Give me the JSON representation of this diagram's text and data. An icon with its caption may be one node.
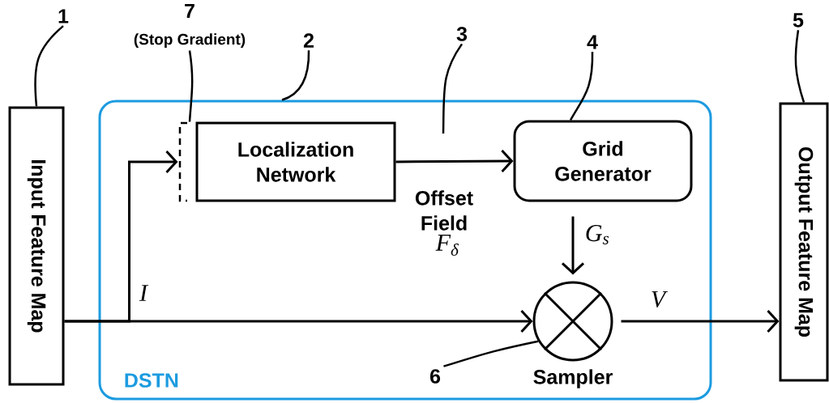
{
  "diagram": {
    "nodes": [
      {
        "text": [
          "Input Feature Map"
        ]
      },
      {
        "text": [
          "DSTN"
        ]
      },
      {
        "text": [
          "Localization Network"
        ],
        "in": 1
      },
      {
        "text": [],
        "shape": "bar",
        "in": 1
      },
      {
        "text": [
          "Grid Generator"
        ],
        "in": 1
      },
      {
        "text": [
          "Sampler"
        ],
        "in": 1
      },
      {
        "text": [
          "Output Feature Map"
        ]
      },
      {
        "text": [
          "1"
        ]
      },
      {
        "text": [
          "7",
          "(Stop Gradient)"
        ]
      },
      {
        "text": [
          "2"
        ]
      },
      {
        "text": [
          "3"
        ]
      },
      {
        "text": [
          "4"
        ]
      },
      {
        "text": [
          "5"
        ]
      },
      {
        "text": [
          "6"
        ],
        "in": 1
      }
    ],
    "edges": [
      {
        "from": 0,
        "to": 5,
        "arrow": "to",
        "label": "I"
      },
      {
        "from": 0,
        "to": 3,
        "arrow": "to"
      },
      {
        "from": 2,
        "to": 4,
        "arrow": "to",
        "label": "Offset Field"
      },
      {
        "from": 4,
        "to": 5,
        "arrow": "to",
        "label": "G$_{s}$"
      },
      {
        "from": 5,
        "to": 6,
        "arrow": "to",
        "label": "V"
      },
      {
        "from": 7,
        "to": 0,
        "arrow": "none"
      },
      {
        "from": 8,
        "to": 3,
        "arrow": "none"
      },
      {
        "from": 9,
        "to": 1,
        "arrow": "none"
      },
      {
        "from": 10,
        "to": null,
        "arrow": "none"
      },
      {
        "from": 11,
        "to": 4,
        "arrow": "none"
      },
      {
        "from": 12,
        "to": 6,
        "arrow": "none"
      },
      {
        "from": 13,
        "to": 5,
        "arrow": "none"
      }
    ],
    "labels": [
      "F$_{δ}$"
    ]
  }
}
